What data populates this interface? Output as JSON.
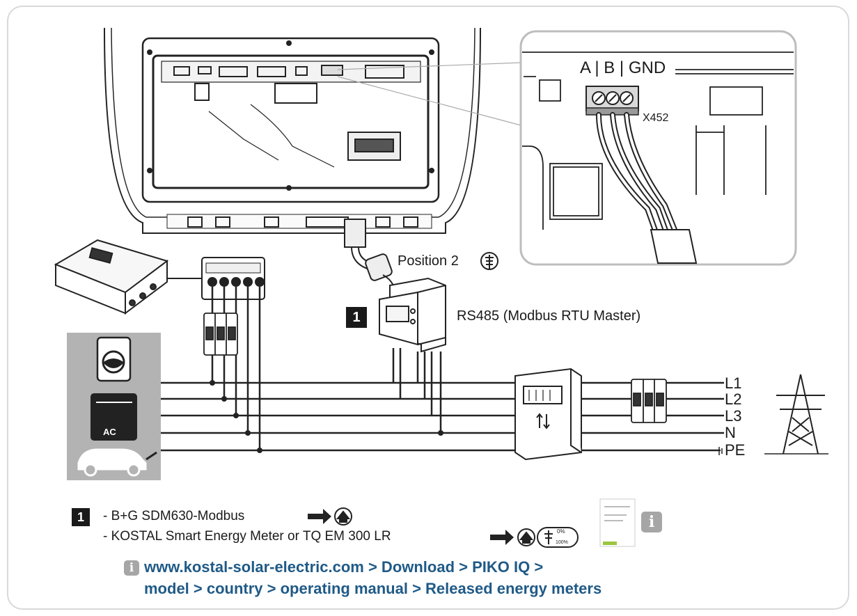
{
  "inset": {
    "terminal_label": "A | B | GND",
    "connector_label": "X452"
  },
  "meter": {
    "position_label": "Position 2",
    "badge_number": "1",
    "interface_label": "RS485 (Modbus RTU Master)"
  },
  "grid": {
    "conductors": [
      "L1",
      "L2",
      "L3",
      "N",
      "PE"
    ]
  },
  "appliances": {
    "ac_label": "AC"
  },
  "notes": {
    "badge_number": "1",
    "line1": "- B+G SDM630-Modbus",
    "line2": "- KOSTAL Smart Energy Meter or TQ EM 300 LR",
    "percent_top": "0%",
    "percent_bottom": "100%"
  },
  "link": {
    "line1": "www.kostal-solar-electric.com > Download > PIKO IQ >",
    "line2": "model > country > operating manual > Released energy meters"
  },
  "colors": {
    "link_blue": "#1f5a87",
    "badge_black": "#1a1a1a",
    "icon_grey": "#a6a6a6",
    "panel_grey": "#b3b3b3"
  }
}
